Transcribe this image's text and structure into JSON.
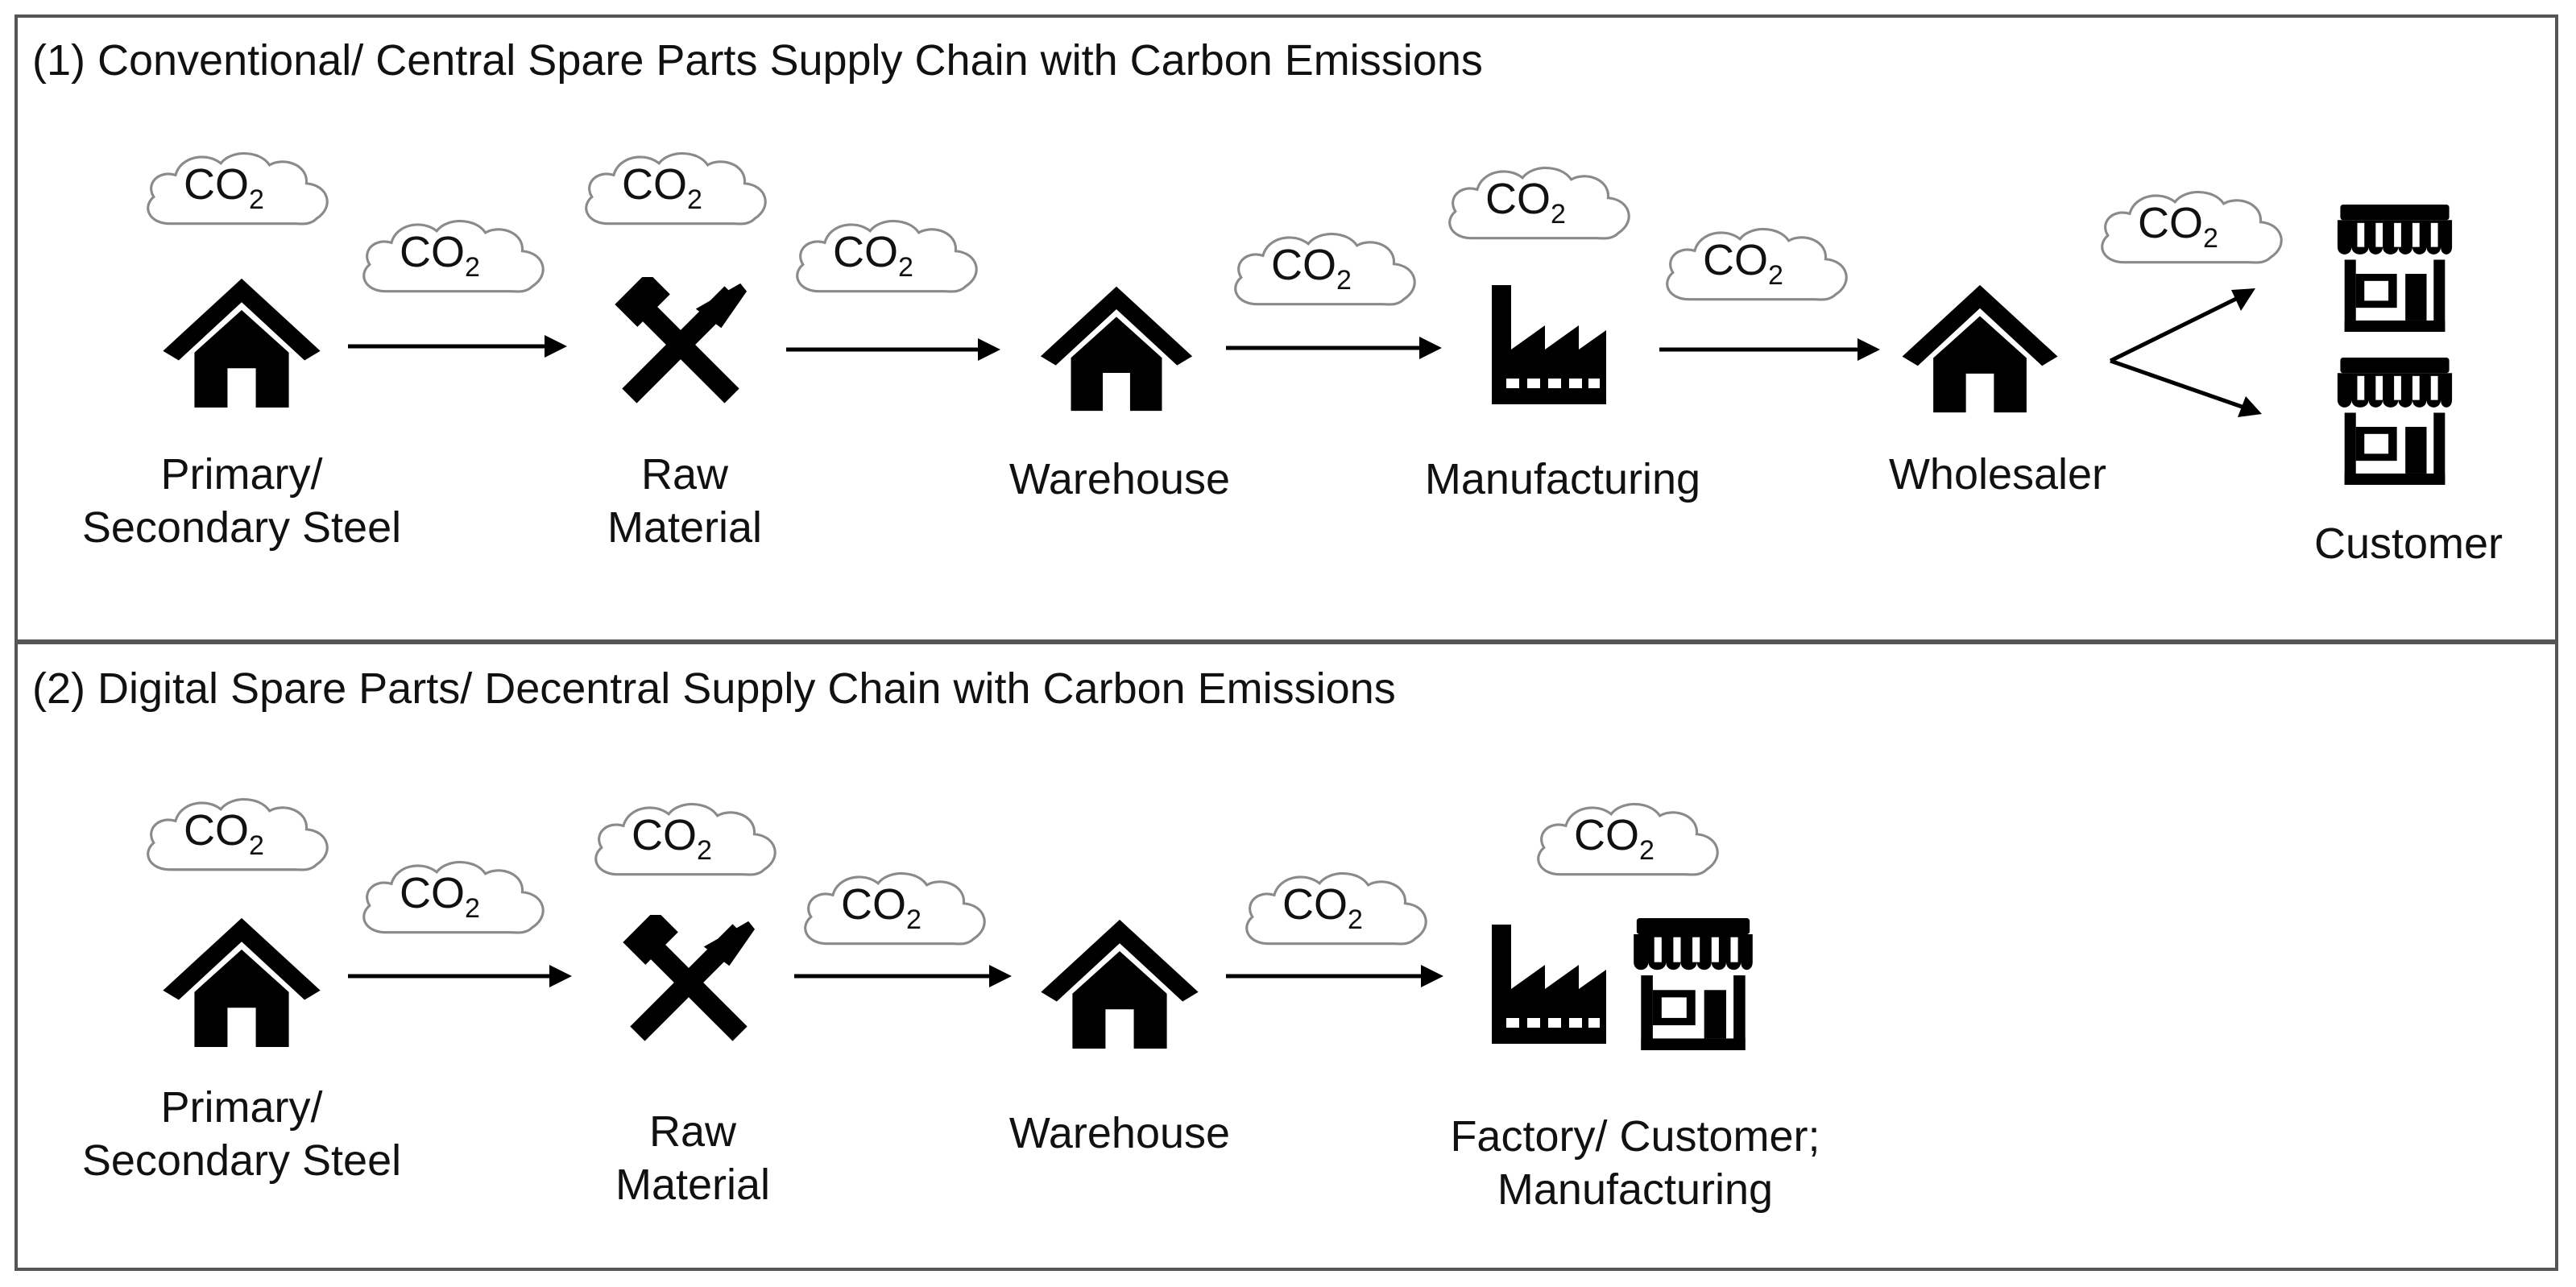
{
  "panel1": {
    "title": "(1) Conventional/ Central Spare Parts Supply Chain with Carbon Emissions",
    "labels": {
      "steel": "Primary/\nSecondary Steel",
      "raw": "Raw\nMaterial",
      "warehouse": "Warehouse",
      "manufacturing": "Manufacturing",
      "wholesaler": "Wholesaler",
      "customer": "Customer"
    }
  },
  "panel2": {
    "title": "(2) Digital Spare Parts/ Decentral Supply Chain with Carbon Emissions",
    "labels": {
      "steel": "Primary/\nSecondary Steel",
      "raw": "Raw\nMaterial",
      "warehouse": "Warehouse",
      "factory_customer": "Factory/ Customer;\nManufacturing"
    }
  },
  "emission": {
    "base": "CO",
    "subscript": "2"
  },
  "icons": [
    "house-icon",
    "hammer-pick-icon",
    "factory-icon",
    "storefront-icon",
    "cloud-icon",
    "arrow"
  ]
}
